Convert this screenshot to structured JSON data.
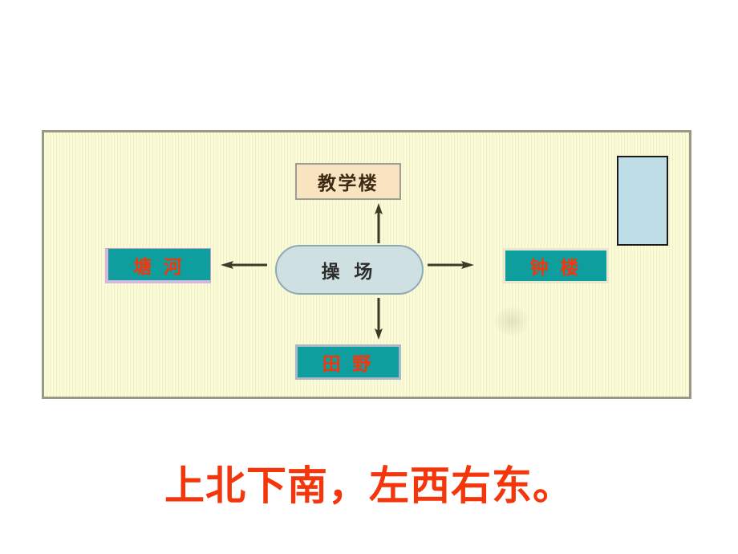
{
  "slide": {
    "caption": "上北下南，左西右东。"
  },
  "diagram": {
    "center": {
      "label": "操 场",
      "shape": "rounded-rectangle",
      "fill": "#cfe0e2",
      "border": "#8fa8b4",
      "text_color": "#2c2c2c"
    },
    "nodes": [
      {
        "id": "top",
        "direction": "north",
        "label": "教学楼",
        "fill": "#f8e4c0",
        "border": "#9d9d95",
        "text_color": "#3c2a14"
      },
      {
        "id": "left",
        "direction": "west",
        "label": "塘  河",
        "fill": "#0e9e9e",
        "border": "#d6b6de",
        "text_color": "#f4360c"
      },
      {
        "id": "right",
        "direction": "east",
        "label": "钟    楼",
        "fill": "#0e9e9e",
        "border": "#e8e8cf",
        "text_color": "#f4360c"
      },
      {
        "id": "bottom",
        "direction": "south",
        "label": "田    野",
        "fill": "#0e9e9e",
        "border": "#aab7c8",
        "text_color": "#f4360c"
      }
    ],
    "arrows": [
      {
        "id": "up",
        "points": "north",
        "from": "center",
        "to": "top"
      },
      {
        "id": "down",
        "points": "south",
        "from": "center",
        "to": "bottom"
      },
      {
        "id": "left",
        "points": "west",
        "from": "center",
        "to": "left"
      },
      {
        "id": "right",
        "points": "east",
        "from": "center",
        "to": "right"
      }
    ],
    "legend_box": {
      "label": "",
      "fill": "#bfdde6",
      "border": "#1b1b1b"
    },
    "frame": {
      "fill": "#fbfbd8",
      "border": "#9a9a84"
    }
  }
}
